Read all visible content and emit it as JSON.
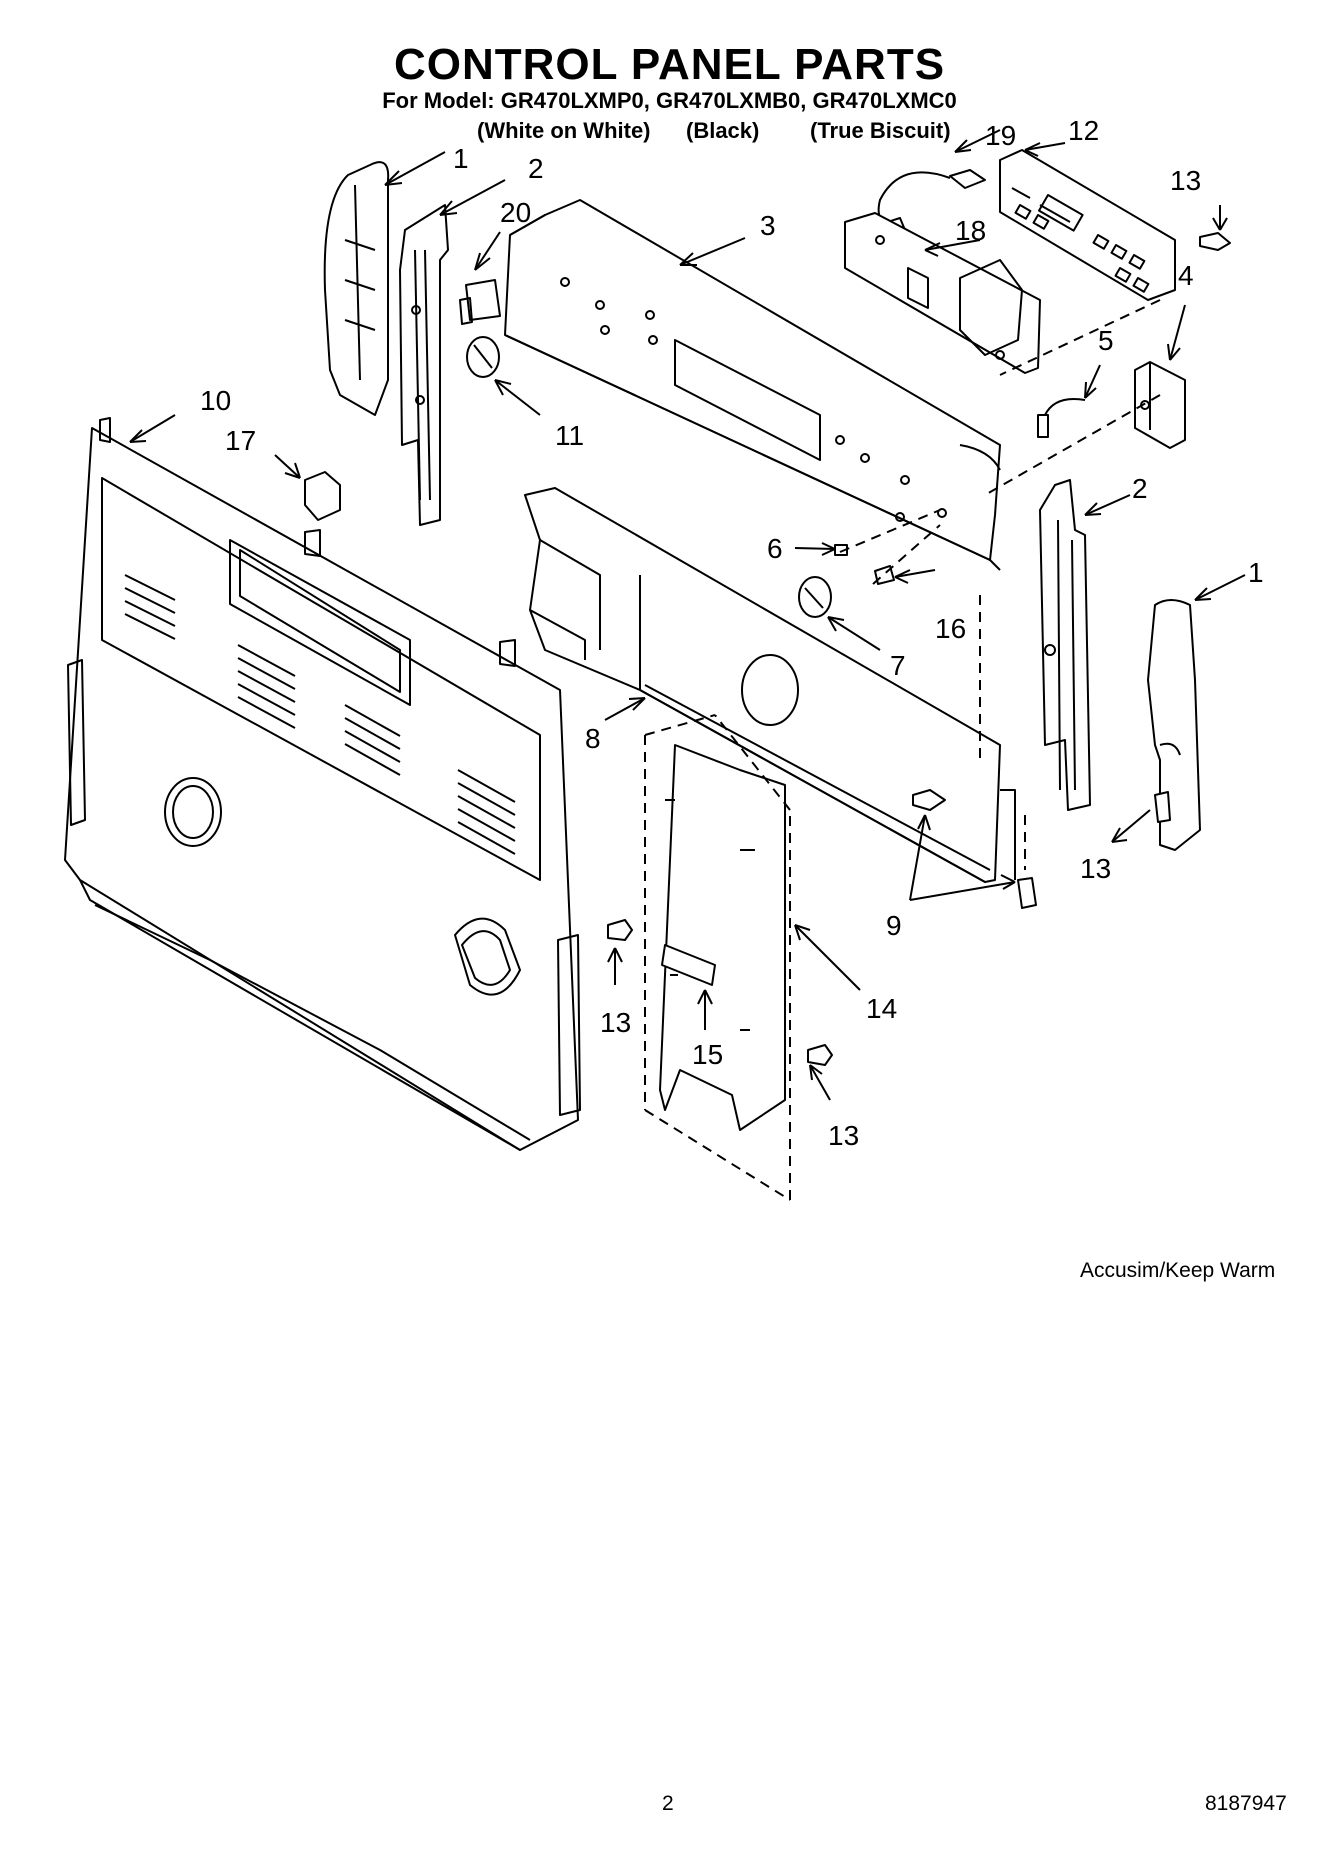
{
  "header": {
    "title": "CONTROL PANEL PARTS",
    "model_line": "For Model: GR470LXMP0, GR470LXMB0, GR470LXMC0",
    "variants": [
      "(White on White)",
      "(Black)",
      "(True Biscuit)"
    ]
  },
  "callouts": {
    "c1a": "1",
    "c1b": "1",
    "c2a": "2",
    "c2b": "2",
    "c3": "3",
    "c4": "4",
    "c5": "5",
    "c6": "6",
    "c7": "7",
    "c8": "8",
    "c9": "9",
    "c10": "10",
    "c11": "11",
    "c12": "12",
    "c13a": "13",
    "c13b": "13",
    "c13c": "13",
    "c13d": "13",
    "c14": "14",
    "c15": "15",
    "c16": "16",
    "c17": "17",
    "c18": "18",
    "c19": "19",
    "c20": "20"
  },
  "footer": {
    "feature_note": "Accusim/Keep Warm",
    "page_number": "2",
    "document_number": "8187947"
  }
}
